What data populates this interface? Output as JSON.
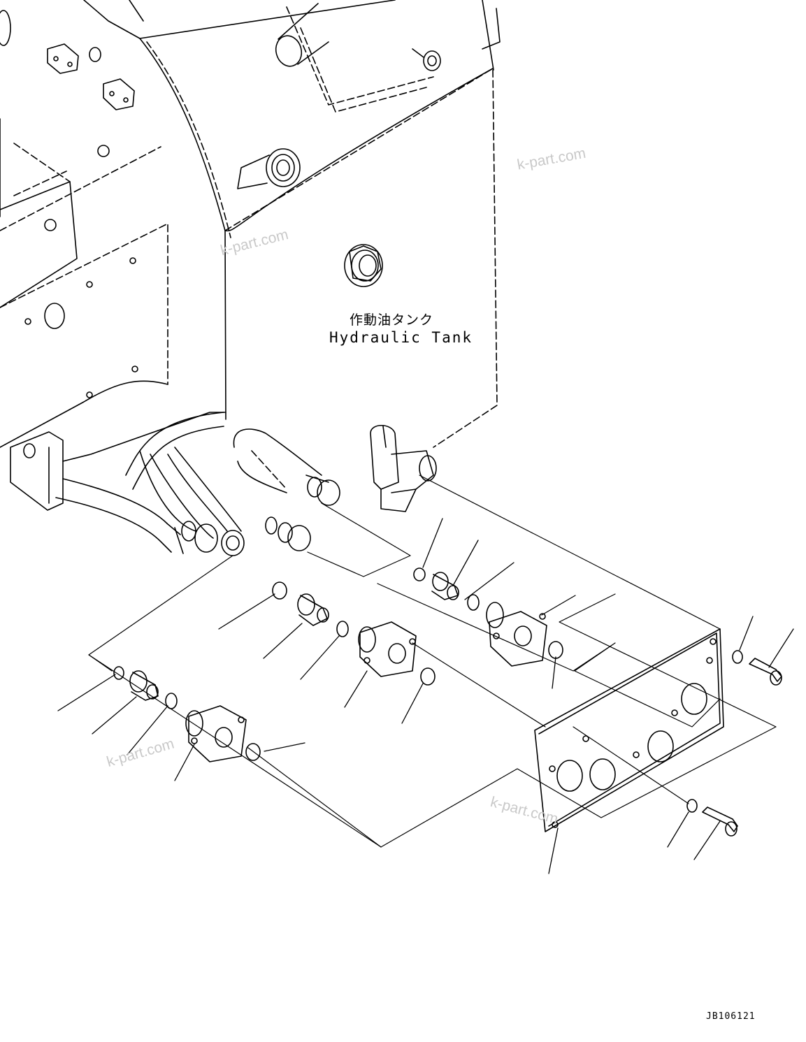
{
  "tank_label": {
    "japanese": "作動油タンク",
    "english": "Hydraulic Tank"
  },
  "drawing_number": "JB106121",
  "watermarks": [
    "k-part.com",
    "k-part.com",
    "k-part.com",
    "k-part.com"
  ]
}
